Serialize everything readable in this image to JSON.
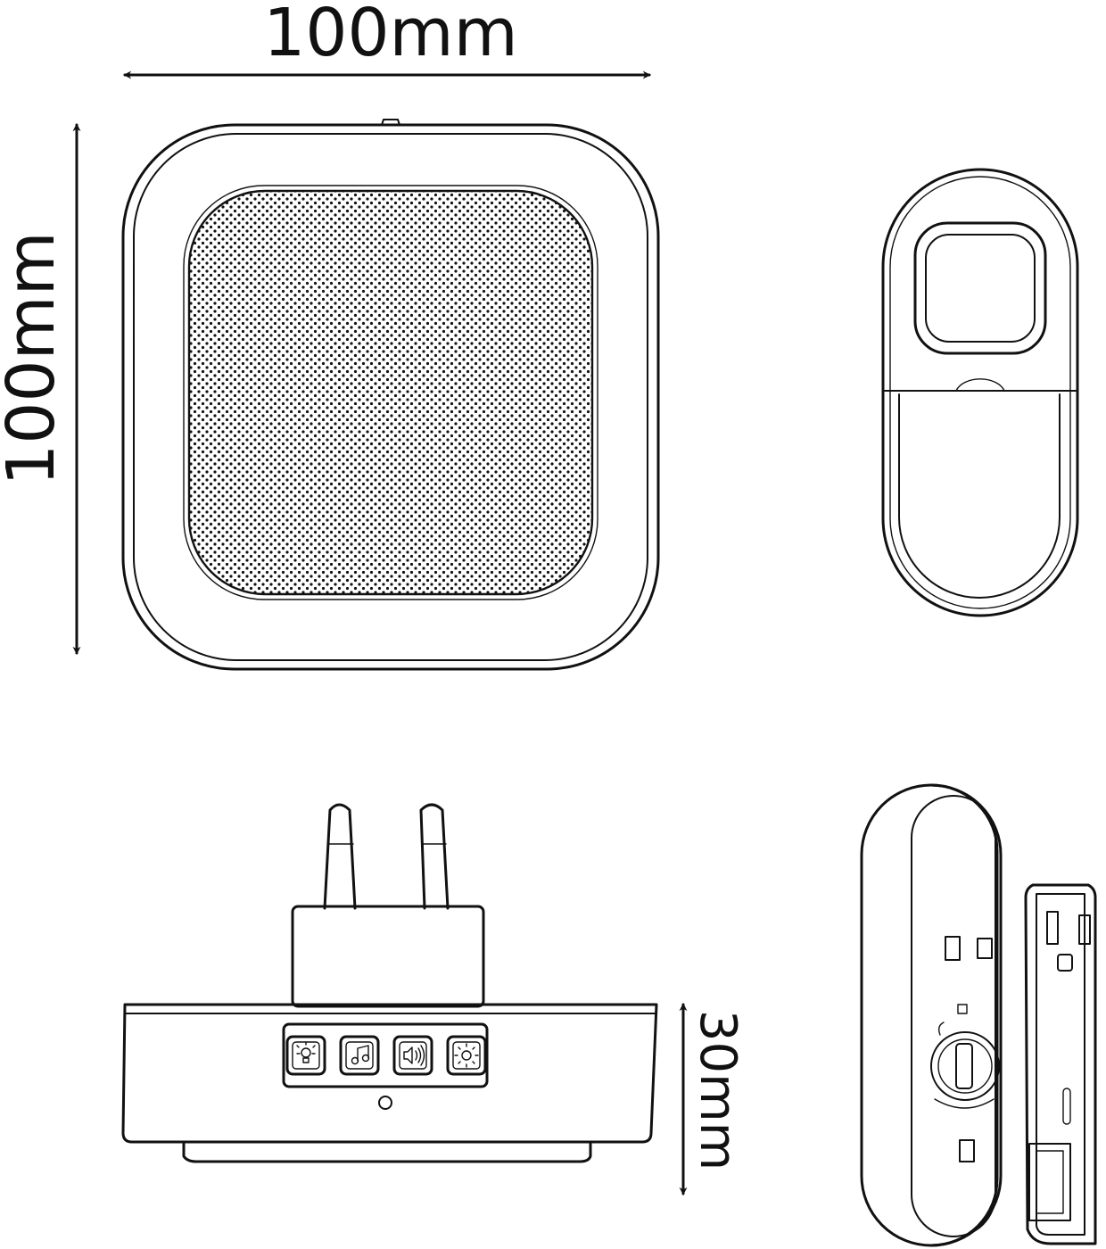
{
  "dimensions": {
    "width_label": "100mm",
    "height_label": "100mm",
    "depth_label": "30mm"
  },
  "colors": {
    "line": "#111111",
    "background": "#ffffff"
  },
  "icons": [
    "bulb-icon",
    "music-note-icon",
    "speaker-volume-icon",
    "brightness-icon"
  ]
}
